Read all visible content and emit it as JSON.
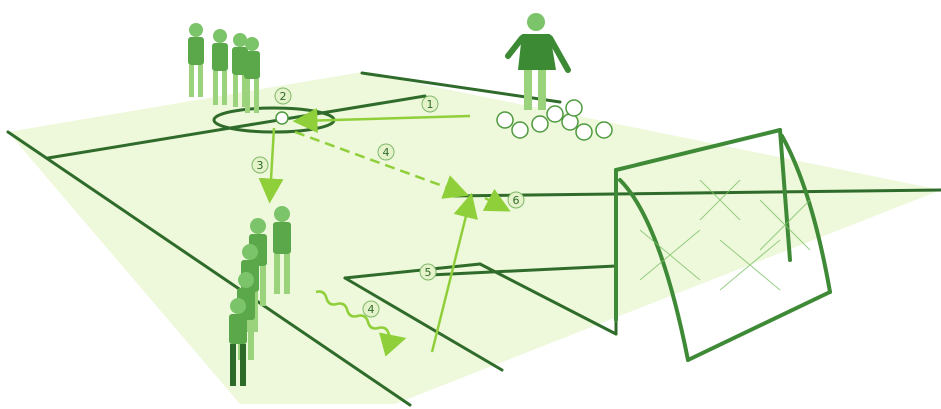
{
  "colors": {
    "field": "#eef8da",
    "line": "#2f6b2a",
    "arrow": "#8fcf3a",
    "figure": "#5aa84a",
    "figure_dark": "#2e6b2a",
    "label_bg": "#e4f3c9"
  },
  "steps": [
    {
      "id": "step-1",
      "label": "1"
    },
    {
      "id": "step-2",
      "label": "2"
    },
    {
      "id": "step-3",
      "label": "3"
    },
    {
      "id": "step-4-dashed",
      "label": "4"
    },
    {
      "id": "step-4-dribble",
      "label": "4"
    },
    {
      "id": "step-5",
      "label": "5"
    },
    {
      "id": "step-6",
      "label": "6"
    }
  ],
  "figures": {
    "coach": "coach-figure",
    "group_top_count": 4,
    "group_left_count": 5,
    "ball_count": 8
  }
}
